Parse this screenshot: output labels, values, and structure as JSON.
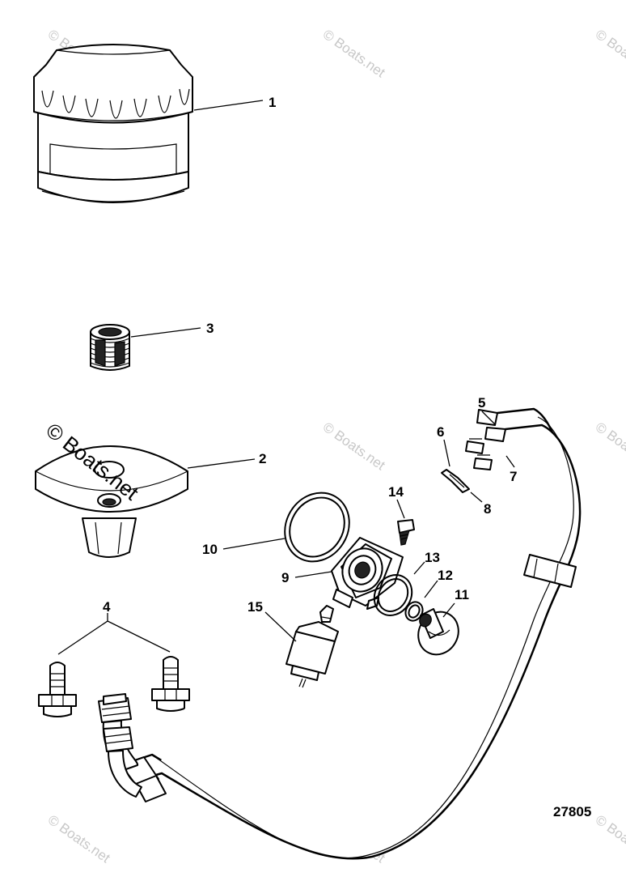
{
  "watermark": {
    "text": "© Boats.net"
  },
  "diagram": {
    "document_number": "27805",
    "callouts": {
      "c1": "1",
      "c2": "2",
      "c3": "3",
      "c4": "4",
      "c5": "5",
      "c6": "6",
      "c7": "7",
      "c8": "8",
      "c9": "9",
      "c10": "10",
      "c11": "11",
      "c12": "12",
      "c13": "13",
      "c14": "14",
      "c15": "15"
    }
  },
  "colors": {
    "line": "#000000",
    "background": "#ffffff",
    "watermark": "#c8c8c8"
  }
}
